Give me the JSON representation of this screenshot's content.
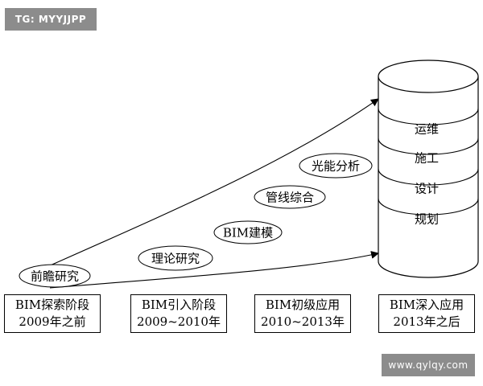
{
  "watermarks": {
    "top_left": "TG: MYYJJPP",
    "bottom_right": "www.qylqy.com"
  },
  "stages": [
    {
      "name": "BIM探索阶段",
      "period": "2009年之前"
    },
    {
      "name": "BIM引入阶段",
      "period": "2009~2010年"
    },
    {
      "name": "BIM初级应用",
      "period": "2010~2013年"
    },
    {
      "name": "BIM深入应用",
      "period": "2013年之后"
    }
  ],
  "milestones": [
    "前瞻研究",
    "理论研究",
    "BIM建模",
    "管线综合",
    "光能分析"
  ],
  "lifecycle_layers": [
    "运维",
    "施工",
    "设计",
    "规划"
  ],
  "colors": {
    "line": "#000000",
    "watermark_bg": "#8c8c8c",
    "watermark_text": "#ffffff"
  }
}
